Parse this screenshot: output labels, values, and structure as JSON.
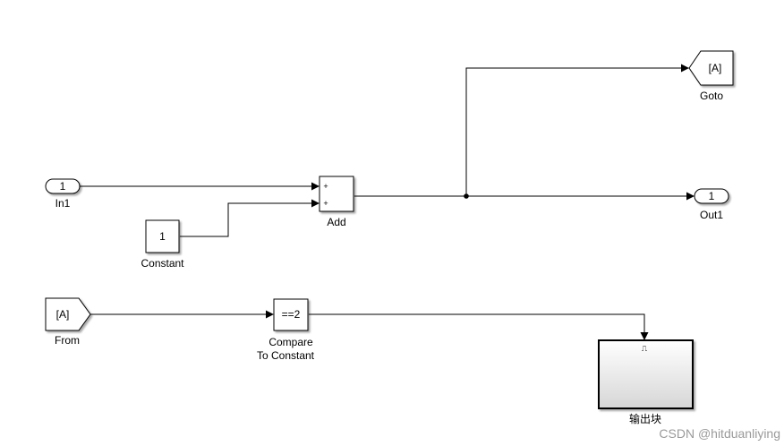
{
  "blocks": {
    "in1": {
      "value": "1",
      "label": "In1"
    },
    "constant": {
      "value": "1",
      "label": "Constant"
    },
    "add": {
      "sign1": "+",
      "sign2": "+",
      "label": "Add"
    },
    "goto": {
      "tag": "[A]",
      "label": "Goto"
    },
    "out1": {
      "value": "1",
      "label": "Out1"
    },
    "from": {
      "tag": "[A]",
      "label": "From"
    },
    "compare": {
      "expr": "==2",
      "label_line1": "Compare",
      "label_line2": "To Constant"
    },
    "enabled_subsystem": {
      "trigger_glyph": "⎍",
      "label": "输出块"
    }
  },
  "watermark": "CSDN @hitduanliying",
  "colors": {
    "line": "#000000",
    "block_border": "#000000",
    "block_fill": "#ffffff",
    "subsystem_gradient_bottom": "#d9d9d9",
    "watermark": "#9a9a9a"
  }
}
